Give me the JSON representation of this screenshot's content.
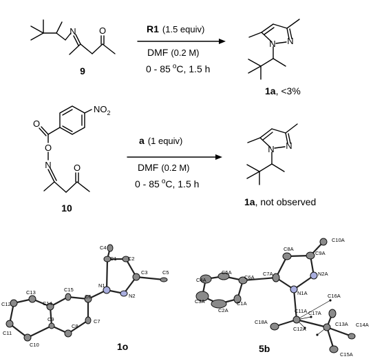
{
  "reactions": [
    {
      "reactant": "9",
      "reagent_bold": "R1",
      "reagent_amount": "(1.5 equiv)",
      "solvent": "DMF",
      "concentration": "(0.2 M)",
      "temperature_range": "0 - 85",
      "degree": "o",
      "temp_unit": "C, 1.5 h",
      "product_id": "1a",
      "result": ", <3%",
      "atom_labels": [
        "N",
        "O",
        "N",
        "N"
      ]
    },
    {
      "reactant": "10",
      "substituent": "NO",
      "substituent_sub": "2",
      "reagent_bold": "a",
      "reagent_amount": "(1 equiv)",
      "solvent": "DMF",
      "concentration": "(0.2 M)",
      "temperature_range": "0 - 85",
      "degree": "o",
      "temp_unit": "C, 1.5 h",
      "product_id": "1a",
      "result": ", not observed",
      "atom_labels": [
        "O",
        "O",
        "N",
        "O",
        "N",
        "N"
      ]
    }
  ],
  "crystal_structures": [
    {
      "compound": "1o",
      "atoms": [
        "C4",
        "C1",
        "C2",
        "N1",
        "C3",
        "C5",
        "C15",
        "C6",
        "N2",
        "C13",
        "C14",
        "C12",
        "C9",
        "C7",
        "C8",
        "C11",
        "C10"
      ]
    },
    {
      "compound": "5b",
      "atoms": [
        "C10A",
        "C8A",
        "C9A",
        "C5A",
        "C7A",
        "N2A",
        "C4A",
        "C6A",
        "N1A",
        "C1A",
        "C3A",
        "C2A",
        "C16A",
        "C11A",
        "C17A",
        "C18A",
        "C13A",
        "C14A",
        "C12A",
        "C15A"
      ]
    }
  ]
}
